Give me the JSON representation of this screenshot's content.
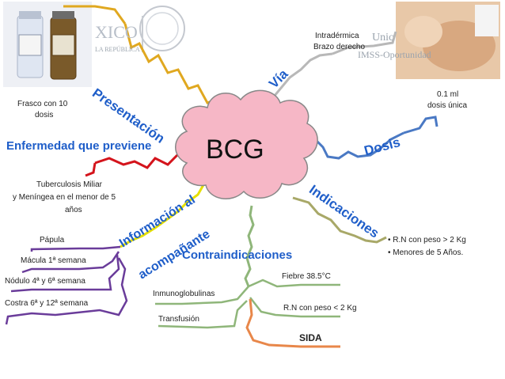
{
  "center": {
    "title": "BCG",
    "color": "#f6b7c6"
  },
  "logos": {
    "left_fragment": "XICO",
    "left_sub": "LA REPÚBLICA",
    "right_line1": "Unic",
    "right_line2": "IMSS-Oportunidad"
  },
  "branches": {
    "presentacion": {
      "label": "Presentación",
      "detail": [
        "Frasco con 10",
        "dosis"
      ],
      "color": "#e0a820"
    },
    "via": {
      "label": "Vía",
      "detail": [
        "Intradérmica",
        "Brazo derecho"
      ],
      "color": "#b0b0b0"
    },
    "dosis": {
      "label": "Dosis",
      "detail": [
        "0.1 ml",
        "dosis única"
      ],
      "color": "#4a79c4"
    },
    "enfermedad": {
      "label": "Enfermedad que previene",
      "detail": [
        "Tuberculosis Miliar",
        "y Meníngea en el menor de 5",
        "años"
      ],
      "color": "#d4141c"
    },
    "indicaciones": {
      "label": "Indicaciones",
      "detail": [
        "• R.N con peso > 2 Kg",
        "• Menores de 5 Años."
      ],
      "color": "#a8a868"
    },
    "informacion": {
      "label_line1": "Información al",
      "label_line2": "acompañante",
      "color": "#e6e000",
      "items": [
        "Pápula",
        "Mácula 1ª semana",
        "Nódulo 4ª y 6ª semana",
        "Costra 6ª y 12ª semana"
      ],
      "item_color": "#6a3c9a"
    },
    "contraindicaciones": {
      "label": "Contraindicaciones",
      "color": "#8fb67a",
      "items": [
        "Inmunoglobulinas",
        "Fiebre 38.5°C",
        "R.N con peso < 2 Kg",
        "Transfusión",
        "SIDA"
      ],
      "sida_color": "#e8874a"
    }
  }
}
